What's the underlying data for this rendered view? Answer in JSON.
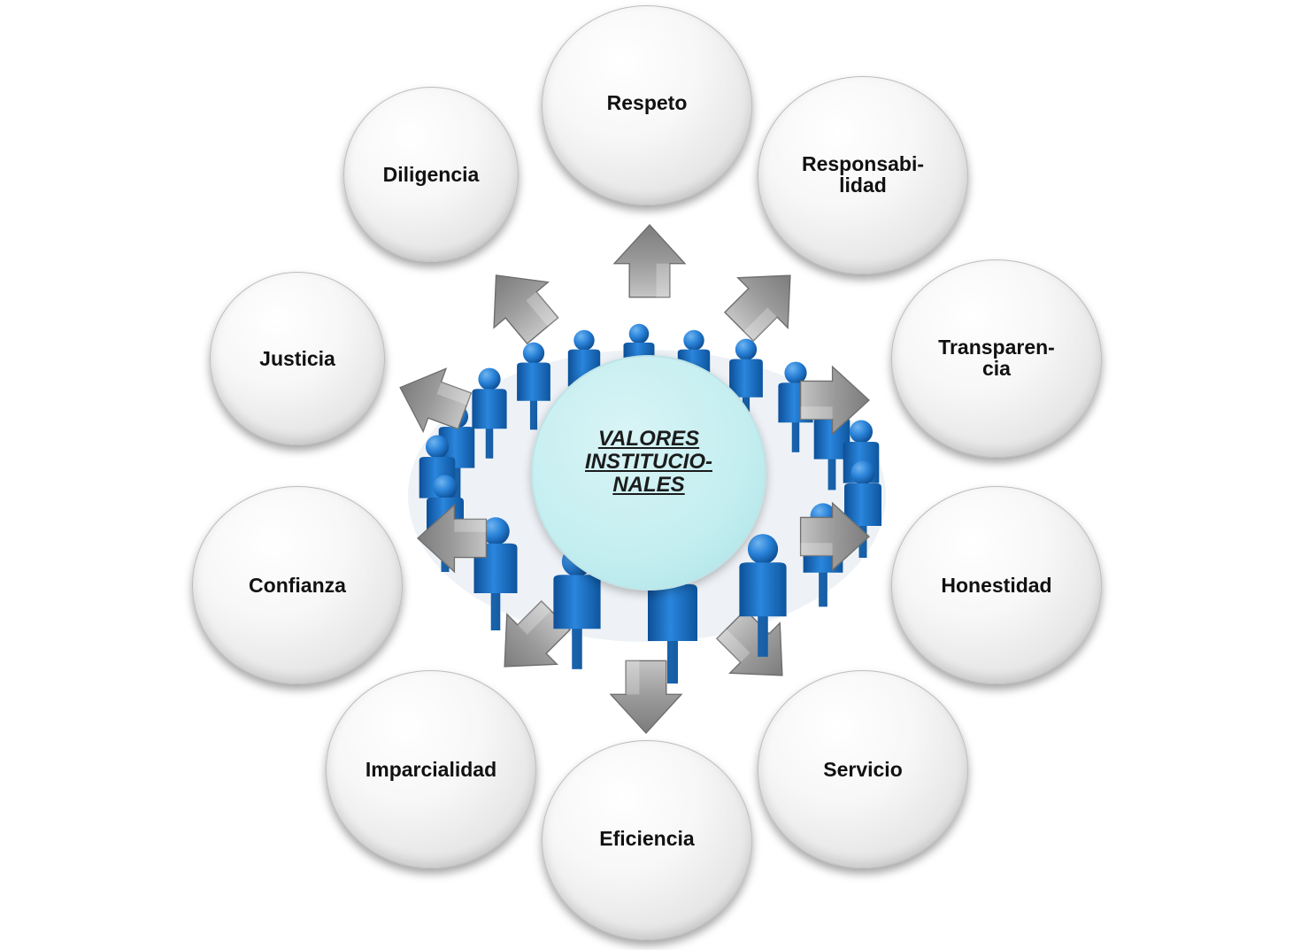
{
  "center": {
    "lines": [
      "VALORES",
      "INSTITUCIO-",
      "NALES"
    ]
  },
  "values": {
    "respeto": "Respeto",
    "responsabilidad": [
      "Responsabi-",
      "lidad"
    ],
    "transparencia": [
      "Transparen-",
      "cia"
    ],
    "honestidad": "Honestidad",
    "servicio": "Servicio",
    "eficiencia": "Eficiencia",
    "imparcialidad": "Imparcialidad",
    "confianza": "Confianza",
    "justicia": "Justicia",
    "diligencia": "Diligencia"
  },
  "colors": {
    "figure_blue": "#1f6fc0",
    "arrow_gray": "#9a9a9a",
    "center_fill": "#c3eef0"
  },
  "icons": {
    "people": "person-figure-icon",
    "arrows": "gray-block-arrow-icon"
  }
}
